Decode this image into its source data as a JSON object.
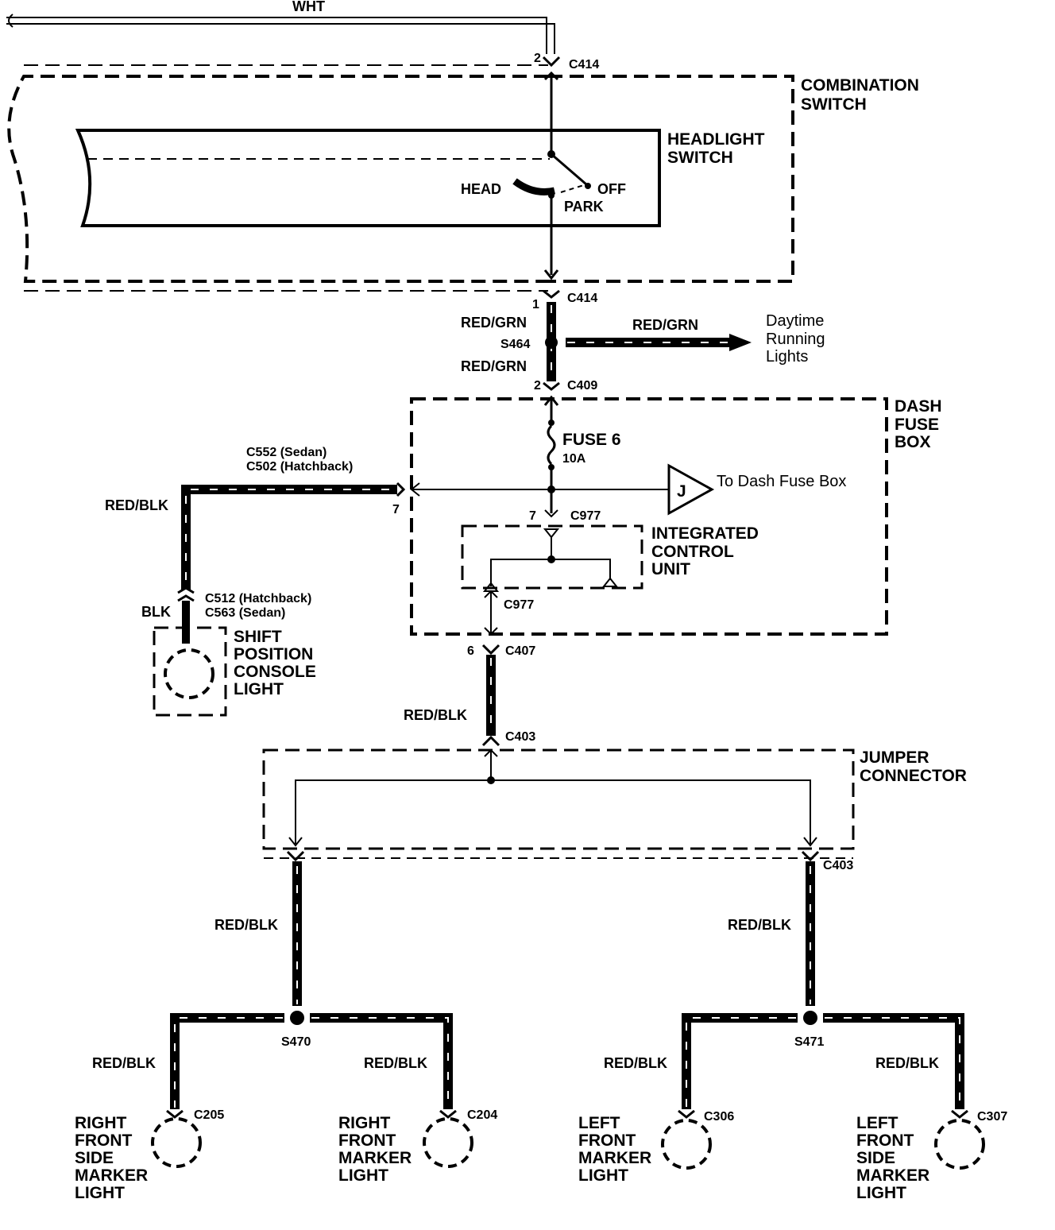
{
  "top_wire": "WHT",
  "combination_switch": {
    "title_line1": "COMBINATION",
    "title_line2": "SWITCH",
    "connector_top": "C414",
    "pin_top": "2",
    "connector_bottom": "C414",
    "pin_bottom": "1"
  },
  "headlight_switch": {
    "title_line1": "HEADLIGHT",
    "title_line2": "SWITCH",
    "pos_head": "HEAD",
    "pos_off": "OFF",
    "pos_park": "PARK"
  },
  "splice_s464": {
    "label": "S464",
    "wire_above": "RED/GRN",
    "wire_below": "RED/GRN",
    "branch_wire": "RED/GRN",
    "branch_target_line1": "Daytime",
    "branch_target_line2": "Running",
    "branch_target_line3": "Lights"
  },
  "dash_fuse_box": {
    "title_line1": "DASH",
    "title_line2": "FUSE",
    "title_line3": "BOX",
    "connector_in": "C409",
    "pin_in": "2",
    "fuse_label": "FUSE 6",
    "fuse_rating": "10A",
    "ref_letter": "J",
    "ref_text": "To Dash Fuse Box",
    "icu_connector": "C977",
    "icu_pin": "7",
    "icu_connector2": "C977",
    "connector_out": "C407",
    "pin_out": "6",
    "left_pin": "7"
  },
  "icu": {
    "line1": "INTEGRATED",
    "line2": "CONTROL",
    "line3": "UNIT"
  },
  "shift_light_branch": {
    "conn_line1": "C552  (Sedan)",
    "conn_line2": "C502  (Hatchback)",
    "wire_top": "RED/BLK",
    "conn2_line1": "C512  (Hatchback)",
    "conn2_line2": "C563  (Sedan)",
    "wire_bottom": "BLK",
    "light_line1": "SHIFT",
    "light_line2": "POSITION",
    "light_line3": "CONSOLE",
    "light_line4": "LIGHT"
  },
  "jumper": {
    "wire_in": "RED/BLK",
    "connector_in": "C403",
    "title_line1": "JUMPER",
    "title_line2": "CONNECTOR",
    "connector_out": "C403"
  },
  "right_branch": {
    "wire": "RED/BLK",
    "splice": "S470",
    "left_wire": "RED/BLK",
    "right_wire": "RED/BLK",
    "bulb1_conn": "C205",
    "bulb1_lines": [
      "RIGHT",
      "FRONT",
      "SIDE",
      "MARKER",
      "LIGHT"
    ],
    "bulb2_conn": "C204",
    "bulb2_lines": [
      "RIGHT",
      "FRONT",
      "MARKER",
      "LIGHT"
    ]
  },
  "left_branch": {
    "wire": "RED/BLK",
    "splice": "S471",
    "left_wire": "RED/BLK",
    "right_wire": "RED/BLK",
    "bulb1_conn": "C306",
    "bulb1_lines": [
      "LEFT",
      "FRONT",
      "MARKER",
      "LIGHT"
    ],
    "bulb2_conn": "C307",
    "bulb2_lines": [
      "LEFT",
      "FRONT",
      "SIDE",
      "MARKER",
      "LIGHT"
    ]
  }
}
